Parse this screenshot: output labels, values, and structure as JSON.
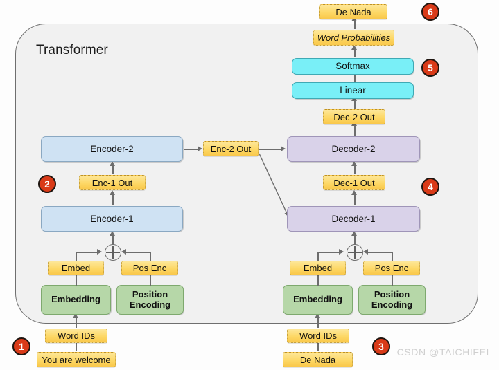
{
  "diagram": {
    "title": "Transformer",
    "watermark": "CSDN @TAICHIFEI"
  },
  "encoder_stack": {
    "input_text": "You are welcome",
    "word_ids": "Word IDs",
    "embedding": "Embedding",
    "position_encoding": "Position\nEncoding",
    "embed_note": "Embed",
    "pos_enc_note": "Pos Enc",
    "encoder_1": "Encoder-1",
    "enc_1_out": "Enc-1 Out",
    "encoder_2": "Encoder-2",
    "enc_2_out": "Enc-2 Out"
  },
  "decoder_stack": {
    "input_text": "De Nada",
    "word_ids": "Word IDs",
    "embedding": "Embedding",
    "position_encoding": "Position\nEncoding",
    "embed_note": "Embed",
    "pos_enc_note": "Pos Enc",
    "decoder_1": "Decoder-1",
    "dec_1_out": "Dec-1 Out",
    "decoder_2": "Decoder-2",
    "dec_2_out": "Dec-2 Out"
  },
  "output_head": {
    "linear": "Linear",
    "softmax": "Softmax",
    "word_probabilities": "Word Probabilities",
    "output_text": "De Nada"
  },
  "badges": [
    {
      "id": "1",
      "label": "1"
    },
    {
      "id": "2",
      "label": "2"
    },
    {
      "id": "3",
      "label": "3"
    },
    {
      "id": "4",
      "label": "4"
    },
    {
      "id": "5",
      "label": "5"
    },
    {
      "id": "6",
      "label": "6"
    }
  ],
  "colors": {
    "encoder": "#cfe2f3",
    "decoder": "#d9d2e9",
    "embedding": "#b6d7a8",
    "head": "#79eff7",
    "note": "#fdd866",
    "badge": "#d93a18",
    "container": "#f1f1f1",
    "connector": "#6d6d6d"
  }
}
